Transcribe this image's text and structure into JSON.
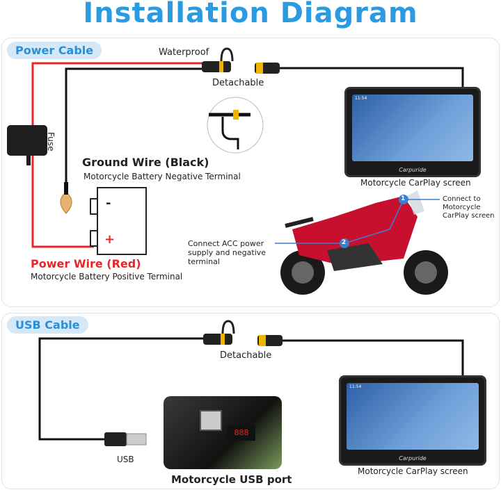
{
  "title": "Installation Diagram",
  "power_section": {
    "label": "Power Cable",
    "waterproof": "Waterproof",
    "detachable": "Detachable",
    "fuse": "Fuse",
    "ground_wire": "Ground Wire (Black)",
    "ground_desc": "Motorcycle Battery Negative Terminal",
    "power_wire": "Power Wire (Red)",
    "power_desc": "Motorcycle Battery Positive Terminal",
    "minus": "-",
    "plus": "+",
    "screen_caption": "Motorcycle CarPlay screen",
    "callout1_num": "1",
    "callout1": "Connect to Motorcycle CarPlay screen",
    "callout2_num": "2",
    "callout2": "Connect ACC power supply and negative terminal"
  },
  "usb_section": {
    "label": "USB Cable",
    "detachable": "Detachable",
    "usb": "USB",
    "port_caption": "Motorcycle USB port",
    "screen_caption": "Motorcycle CarPlay screen"
  },
  "screen": {
    "brand": "Carpuride",
    "time": "11:54"
  },
  "colors": {
    "accent": "#2a9be0",
    "red_wire": "#e8262a",
    "black_wire": "#111111",
    "pill_bg": "#d4e8f8"
  }
}
